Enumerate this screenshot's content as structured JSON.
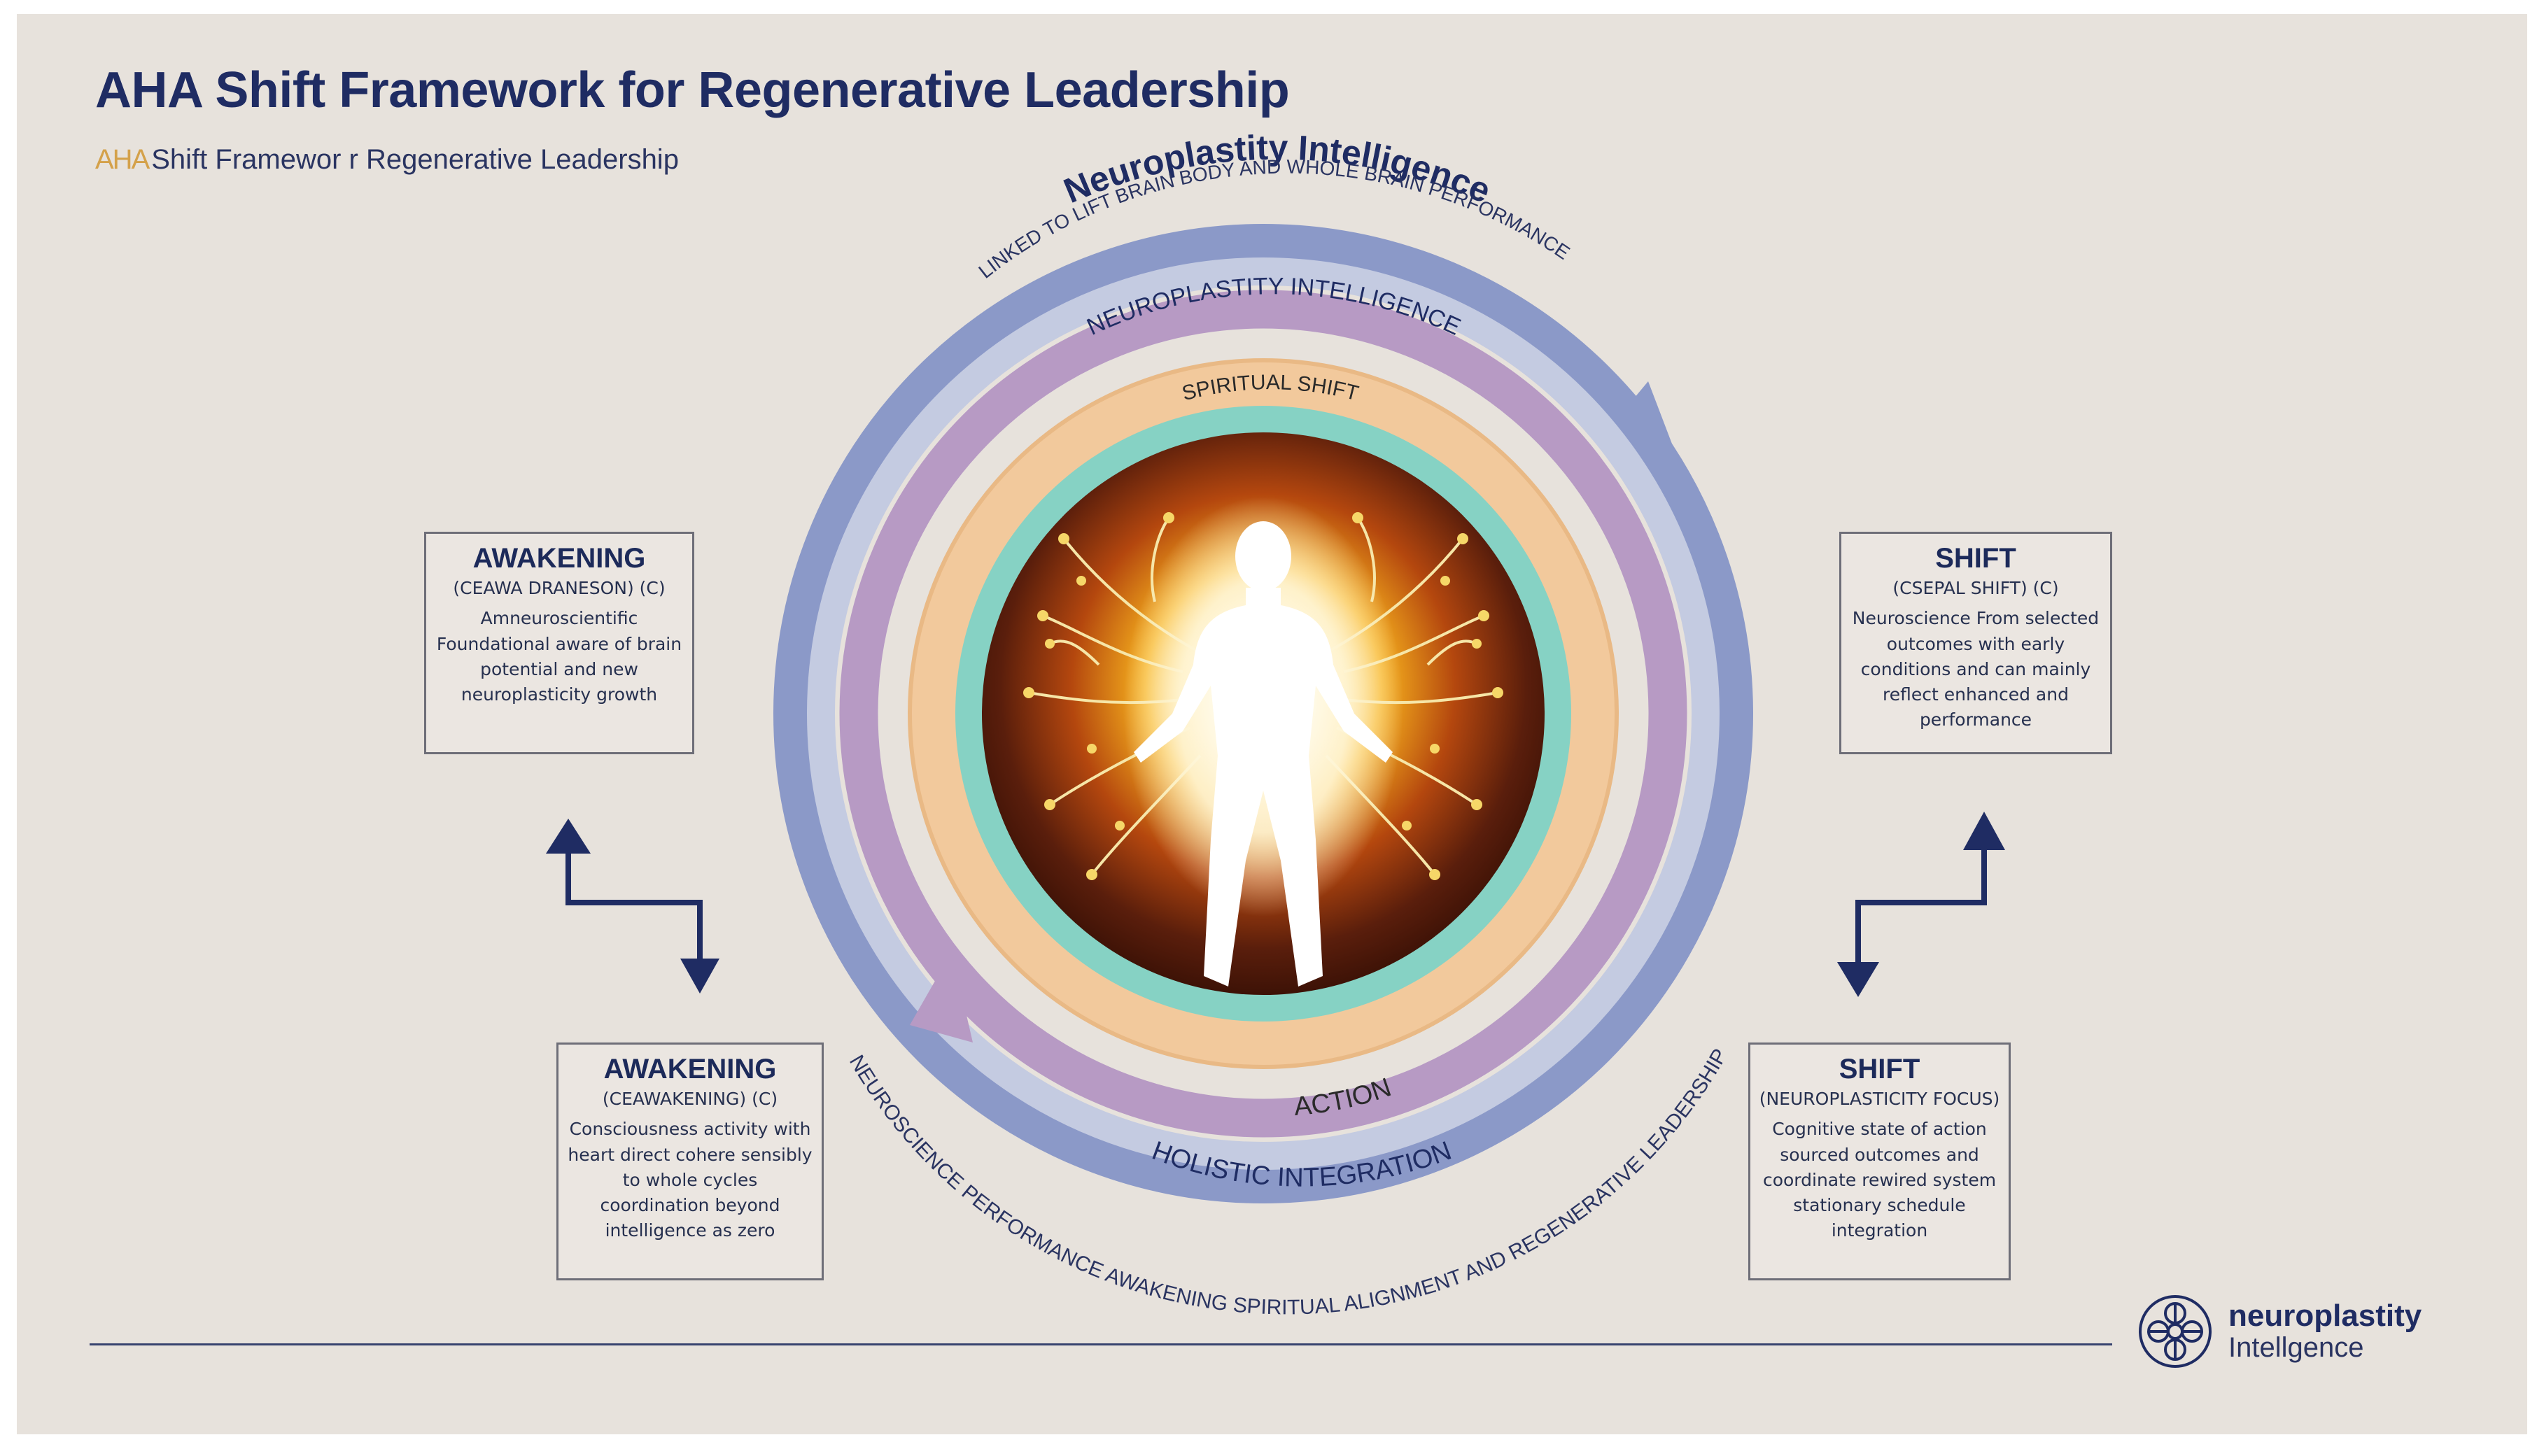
{
  "header": {
    "title": "AHA Shift Framework for Regenerative Leadership",
    "subtitle_mark": "AHA",
    "subtitle": "Shift Framewor r Regenerative Leadership"
  },
  "diagram": {
    "top_title": "Neuroplastity Intelligence",
    "outer_arc_top": "LINKED TO LIFT BRAIN BODY AND WHOLE BRAIN PERFORMANCE",
    "ring_label_neuro": "NEUROPLASTITY INTELLIGENCE",
    "ring_label_spiritual": "SPIRITUAL SHIFT",
    "ring_label_action": "ACTION",
    "ring_label_holistic": "HOLISTIC INTEGRATION",
    "outer_arc_bottom": "NEUROSCIENCE PERFORMANCE AWAKENING SPIRITUAL ALIGNMENT AND REGENERATIVE LEADERSHIP"
  },
  "boxes": {
    "top_left": {
      "title": "AWAKENING",
      "sub": "(CEAWA DRANESON) (C)",
      "body": "Amneuroscientific Foundational aware of brain potential and new neuroplasticity growth"
    },
    "top_right": {
      "title": "SHIFT",
      "sub": "(CSEPAL SHIFT) (C)",
      "body": "Neuroscience From selected outcomes with early conditions and can mainly reflect enhanced and performance"
    },
    "bottom_left": {
      "title": "AWAKENING",
      "sub": "(CEAWAKENING) (C)",
      "body": "Consciousness activity with heart direct cohere sensibly to whole cycles coordination beyond intelligence as zero"
    },
    "bottom_right": {
      "title": "SHIFT",
      "sub": "(NEUROPLASTICITY FOCUS)",
      "body": "Cognitive state of action sourced outcomes and coordinate rewired system stationary schedule integration"
    }
  },
  "footer": {
    "brand_line1": "neuroplastity",
    "brand_line2": "Intellgence"
  },
  "colors": {
    "background": "#e7e2dc",
    "navy": "#1f2c63",
    "outer_ring": "#8b99c8",
    "lavender_ring": "#b79ac4",
    "peach_ring": "#f2c99c",
    "teal_ring": "#86d2c4",
    "core_dark": "#5a1e0c",
    "core_glow": "#f7b21e"
  },
  "icons": {
    "figure": "human-silhouette-icon",
    "logo": "brain-network-icon"
  }
}
